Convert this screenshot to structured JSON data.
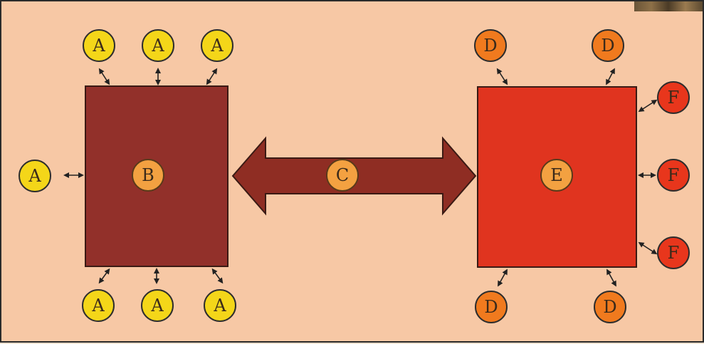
{
  "diagram": {
    "colors": {
      "background": "#f7c8a5",
      "block_b": "#92302a",
      "block_e": "#e0341f",
      "arrow_c": "#8f2d23",
      "node_a": "#f4d619",
      "node_d": "#f07a1e",
      "node_f": "#e8361c",
      "node_center": "#f3a141"
    },
    "labels": {
      "a": "A",
      "b": "B",
      "c": "C",
      "d": "D",
      "e": "E",
      "f": "F"
    }
  }
}
